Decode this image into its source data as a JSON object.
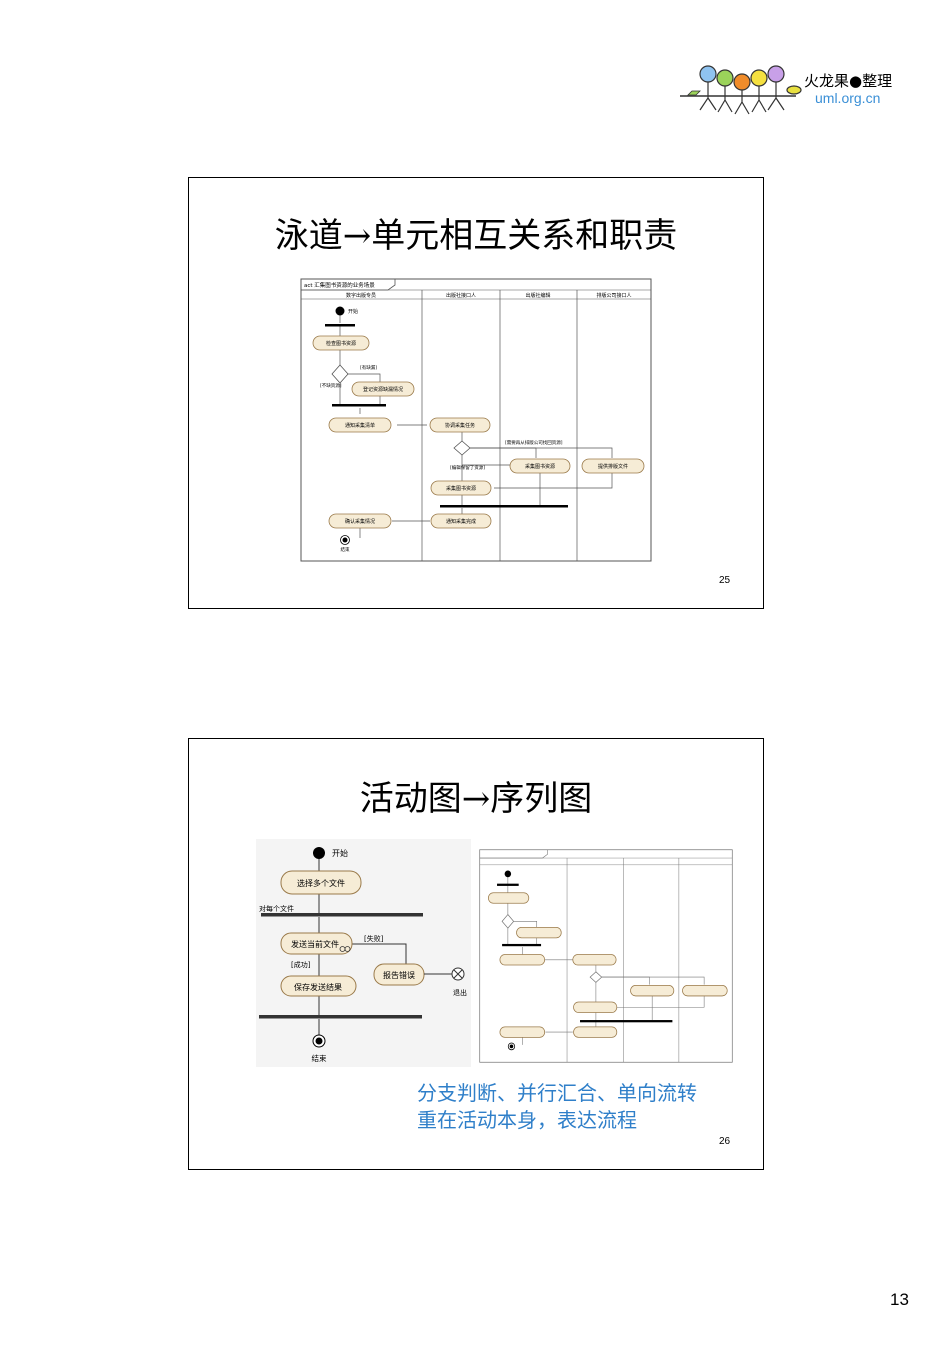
{
  "header": {
    "logo_cn": "火龙果●整理",
    "logo_en": "uml.org.cn"
  },
  "slides": [
    {
      "title": "泳道→单元相互关系和职责",
      "number": "25",
      "diagram": {
        "frame_label": "act 汇集图书资源的业务场景",
        "lanes": [
          "数字出版专员",
          "出版社接口人",
          "出版社编辑",
          "排版公司接口人"
        ],
        "start": "开始",
        "end": "结束",
        "nodes": [
          "检查图书资源",
          "登记资源缺漏情况",
          "通知采集清单",
          "协调采集任务",
          "采集图书资源",
          "提供排版文件",
          "采集图书资源",
          "通知采集完成",
          "确认采集情况"
        ],
        "guards": [
          "[有缺漏]",
          "[不缺资源]",
          "[需要再从排版公司找回资源]",
          "[编辑保留了资源]"
        ]
      }
    },
    {
      "title": "活动图→序列图",
      "number": "26",
      "left_diagram": {
        "start": "开始",
        "select": "选择多个文件",
        "for_each": "对每个文件",
        "send": "发送当前文件",
        "fail": "[失败]",
        "success": "[成功]",
        "report": "报告错误",
        "exit": "退出",
        "save": "保存发送结果",
        "end": "结束"
      },
      "caption_lines": [
        "分支判断、并行汇合、单向流转",
        "重在活动本身，表达流程"
      ]
    }
  ],
  "page_number": "13",
  "colors": {
    "node_fill": "#f6ecd6",
    "node_stroke": "#9a7a4a",
    "caption": "#2f7fc9"
  }
}
